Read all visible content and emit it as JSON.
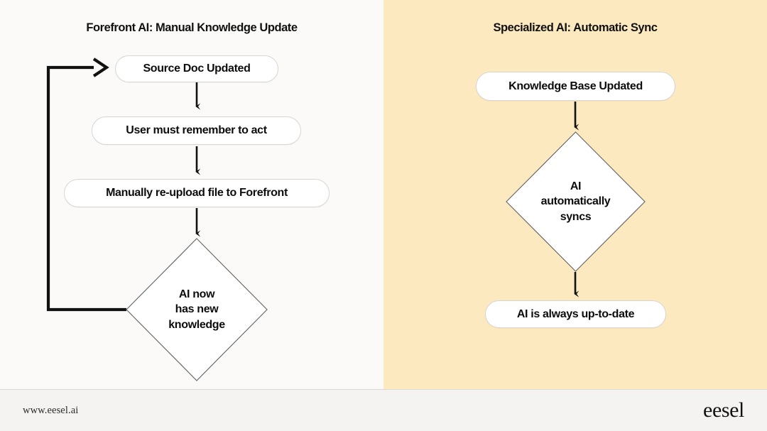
{
  "colors": {
    "panel_left_bg": "#fbfaf8",
    "panel_right_bg": "#fce9c0",
    "footer_bg": "#f4f3f1",
    "node_fill": "#ffffff",
    "node_border": "#d8d6d2",
    "diamond_border": "#6b6b6b",
    "connector": "#111111",
    "text": "#0d0d0d"
  },
  "panels": {
    "left": {
      "title": "Forefront AI: Manual Knowledge Update",
      "nodes": [
        {
          "id": "source-doc-updated",
          "shape": "pill",
          "label": "Source Doc Updated"
        },
        {
          "id": "user-must-remember",
          "shape": "pill",
          "label": "User must remember to act"
        },
        {
          "id": "manually-reupload",
          "shape": "pill",
          "label": "Manually re-upload file to Forefront"
        },
        {
          "id": "ai-now-has-new-knowledge",
          "shape": "diamond",
          "lines": [
            "AI now",
            "has new",
            "knowledge"
          ]
        }
      ],
      "connectors": [
        {
          "from": "source-doc-updated",
          "to": "user-must-remember",
          "type": "arrow-down"
        },
        {
          "from": "user-must-remember",
          "to": "manually-reupload",
          "type": "arrow-down"
        },
        {
          "from": "manually-reupload",
          "to": "ai-now-has-new-knowledge",
          "type": "arrow-down"
        },
        {
          "from": "ai-now-has-new-knowledge",
          "to": "source-doc-updated",
          "type": "feedback-loop"
        }
      ]
    },
    "right": {
      "title": "Specialized AI: Automatic Sync",
      "nodes": [
        {
          "id": "knowledge-base-updated",
          "shape": "pill",
          "label": "Knowledge Base Updated"
        },
        {
          "id": "ai-automatically-syncs",
          "shape": "diamond",
          "lines": [
            "AI",
            "automatically",
            "syncs"
          ]
        },
        {
          "id": "ai-always-up-to-date",
          "shape": "pill",
          "label": "AI is always up-to-date"
        }
      ],
      "connectors": [
        {
          "from": "knowledge-base-updated",
          "to": "ai-automatically-syncs",
          "type": "arrow-down"
        },
        {
          "from": "ai-automatically-syncs",
          "to": "ai-always-up-to-date",
          "type": "arrow-down"
        }
      ]
    }
  },
  "footer": {
    "url": "www.eesel.ai",
    "logo": "eesel"
  }
}
